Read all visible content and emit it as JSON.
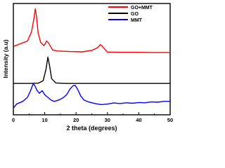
{
  "chart_data": {
    "type": "line",
    "title": "",
    "xlabel": "2 theta (degrees)",
    "ylabel": "Intensity (a.u)",
    "xlim": [
      0,
      50
    ],
    "x_ticks": [
      0,
      10,
      20,
      30,
      40,
      50
    ],
    "x_tick_labels": [
      "0",
      "10",
      "20",
      "30",
      "40",
      "50"
    ],
    "y_ticks_shown": false,
    "grid": false,
    "legend_position": "top-right",
    "series": [
      {
        "name": "GO+MMT",
        "color": "#ff0000",
        "offset": 2.0,
        "points": [
          [
            0,
            0.35
          ],
          [
            4.5,
            0.55
          ],
          [
            5.8,
            0.9
          ],
          [
            6.5,
            1.35
          ],
          [
            7.0,
            1.75
          ],
          [
            7.4,
            1.45
          ],
          [
            7.9,
            0.85
          ],
          [
            8.7,
            0.5
          ],
          [
            9.8,
            0.38
          ],
          [
            10.6,
            0.55
          ],
          [
            11.2,
            0.48
          ],
          [
            12.5,
            0.22
          ],
          [
            14,
            0.18
          ],
          [
            18,
            0.16
          ],
          [
            22,
            0.15
          ],
          [
            25,
            0.2
          ],
          [
            26.8,
            0.3
          ],
          [
            27.8,
            0.42
          ],
          [
            28.6,
            0.32
          ],
          [
            30,
            0.14
          ],
          [
            35,
            0.13
          ],
          [
            40,
            0.13
          ],
          [
            45,
            0.12
          ],
          [
            50,
            0.12
          ]
        ]
      },
      {
        "name": "GO",
        "color": "#000000",
        "offset": 0.95,
        "points": [
          [
            0,
            0.02
          ],
          [
            5,
            0.02
          ],
          [
            8,
            0.03
          ],
          [
            9.5,
            0.12
          ],
          [
            10.4,
            0.55
          ],
          [
            11.0,
            1.0
          ],
          [
            11.6,
            0.65
          ],
          [
            12.2,
            0.2
          ],
          [
            13.5,
            0.04
          ],
          [
            16,
            0.02
          ],
          [
            25,
            0.02
          ],
          [
            35,
            0.02
          ],
          [
            50,
            0.02
          ]
        ]
      },
      {
        "name": "MMT",
        "color": "#0000ff",
        "offset": 0.0,
        "points": [
          [
            0,
            0.05
          ],
          [
            1,
            0.2
          ],
          [
            3,
            0.3
          ],
          [
            4.5,
            0.45
          ],
          [
            5.5,
            0.7
          ],
          [
            6.3,
            0.95
          ],
          [
            6.8,
            0.9
          ],
          [
            7.5,
            0.72
          ],
          [
            8.3,
            0.6
          ],
          [
            9.2,
            0.7
          ],
          [
            10,
            0.55
          ],
          [
            11,
            0.45
          ],
          [
            12,
            0.35
          ],
          [
            13,
            0.3
          ],
          [
            14,
            0.33
          ],
          [
            15,
            0.38
          ],
          [
            16,
            0.45
          ],
          [
            17,
            0.55
          ],
          [
            18,
            0.75
          ],
          [
            19,
            0.88
          ],
          [
            19.7,
            0.9
          ],
          [
            20.5,
            0.75
          ],
          [
            21.5,
            0.5
          ],
          [
            22.5,
            0.35
          ],
          [
            24,
            0.28
          ],
          [
            26,
            0.22
          ],
          [
            28,
            0.18
          ],
          [
            30,
            0.2
          ],
          [
            32,
            0.24
          ],
          [
            34,
            0.22
          ],
          [
            36,
            0.25
          ],
          [
            38,
            0.23
          ],
          [
            40,
            0.26
          ],
          [
            42,
            0.25
          ],
          [
            44,
            0.28
          ],
          [
            46,
            0.27
          ],
          [
            48,
            0.3
          ],
          [
            50,
            0.3
          ]
        ]
      }
    ]
  }
}
